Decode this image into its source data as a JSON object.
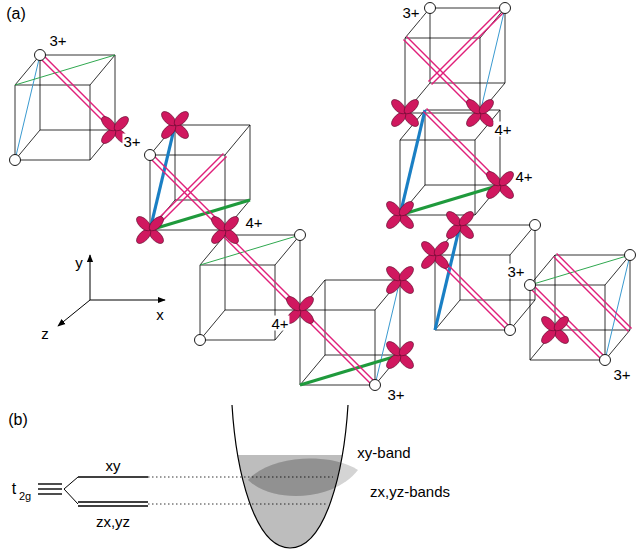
{
  "diagram": {
    "labels": [
      "(a)",
      "3+",
      "3+",
      "3+",
      "4+",
      "4+",
      "4+",
      "4+",
      "3+",
      "3+",
      "3+",
      "y",
      "z",
      "x",
      "(b)",
      "t",
      "2g",
      "xy",
      "zx,yz",
      "xy-band",
      "zx,yz-bands"
    ]
  }
}
